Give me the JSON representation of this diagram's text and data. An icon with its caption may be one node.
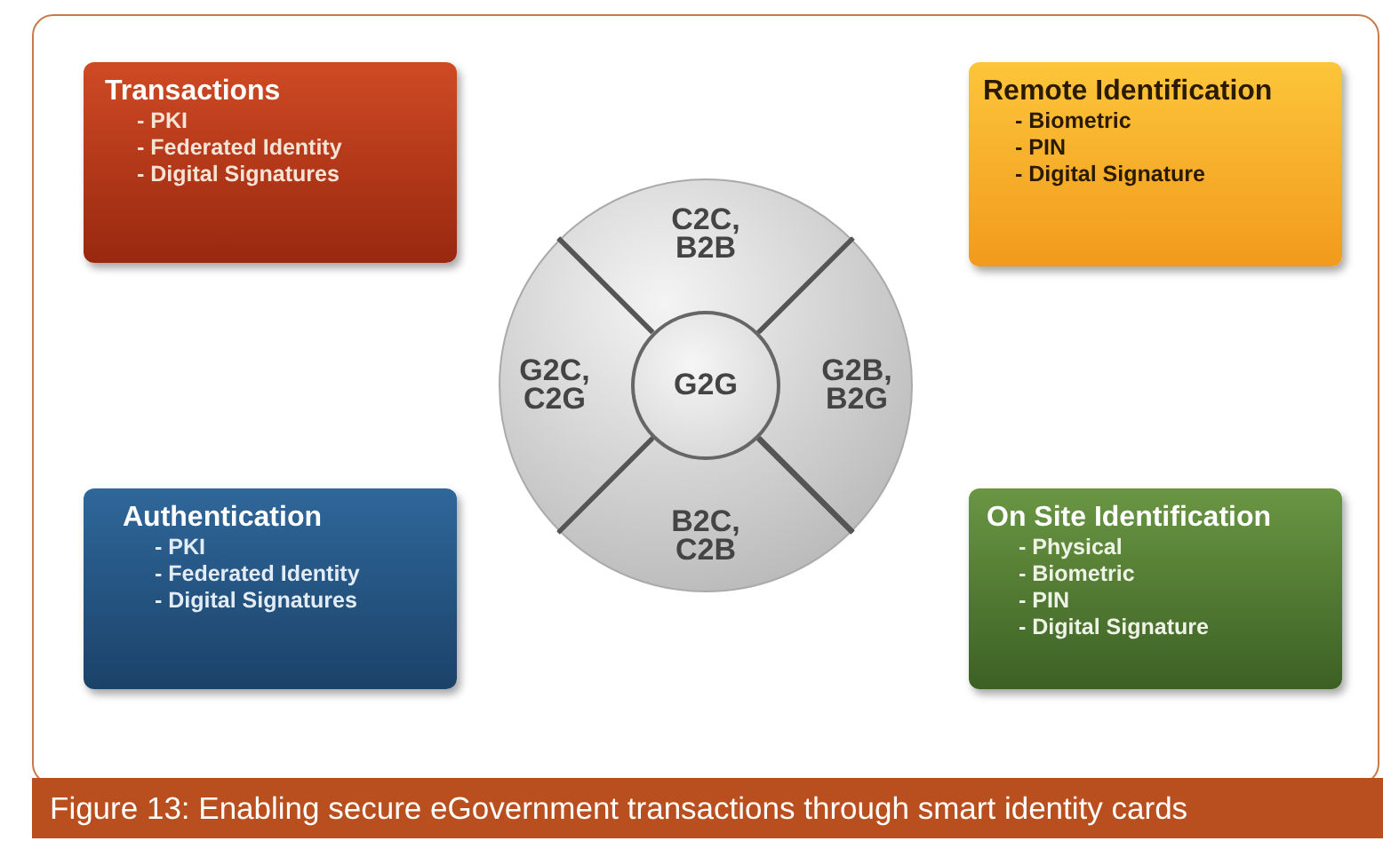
{
  "diagram": {
    "caption": "Figure 13: Enabling secure eGovernment transactions through smart identity cards",
    "nodes": [
      {
        "text": [
          "Transactions",
          "- PKI",
          "- Federated Identity",
          "- Digital Signatures"
        ]
      },
      {
        "text": [
          "Remote Identification",
          "- Biometric",
          "- PIN",
          "- Digital Signature"
        ]
      },
      {
        "text": [],
        "shape": "circle"
      },
      {
        "text": [
          "C2C, B2B"
        ],
        "in": 2
      },
      {
        "text": [
          "G2C, C2G"
        ],
        "in": 2
      },
      {
        "text": [
          "G2G"
        ],
        "in": 2
      },
      {
        "text": [
          "G2B, B2G"
        ],
        "in": 2
      },
      {
        "text": [
          "B2C, C2B"
        ],
        "in": 2
      },
      {
        "text": [
          "Authentication",
          "- PKI",
          "- Federated Identity",
          "- Digital Signatures"
        ]
      },
      {
        "text": [
          "On Site Identification",
          "- Physical",
          "- Biometric",
          "- PIN",
          "- Digital Signature"
        ]
      }
    ],
    "edges": []
  }
}
